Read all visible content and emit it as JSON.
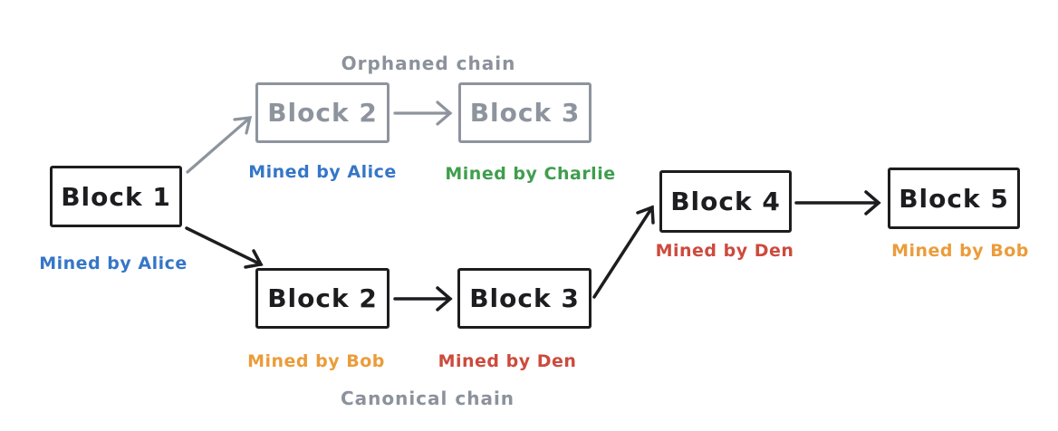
{
  "diagram": {
    "orphaned_chain_label": "Orphaned chain",
    "canonical_chain_label": "Canonical chain"
  },
  "blocks": [
    {
      "label": "Block 1",
      "miner": "Mined by Alice",
      "miner_color": "#3576c8",
      "chain": "shared",
      "stroke": "#1d1d20"
    },
    {
      "label": "Block 2",
      "miner": "Mined by Alice",
      "miner_color": "#3576c8",
      "chain": "orphaned",
      "stroke": "#8d949e"
    },
    {
      "label": "Block 3",
      "miner": "Mined by Charlie",
      "miner_color": "#3f9e4d",
      "chain": "orphaned",
      "stroke": "#8d949e"
    },
    {
      "label": "Block 2",
      "miner": "Mined by Bob",
      "miner_color": "#eb9c3a",
      "chain": "canonical",
      "stroke": "#1d1d20"
    },
    {
      "label": "Block 3",
      "miner": "Mined by Den",
      "miner_color": "#cd4a3d",
      "chain": "canonical",
      "stroke": "#1d1d20"
    },
    {
      "label": "Block 4",
      "miner": "Mined by Den",
      "miner_color": "#cd4a3d",
      "chain": "canonical",
      "stroke": "#1d1d20"
    },
    {
      "label": "Block 5",
      "miner": "Mined by Bob",
      "miner_color": "#eb9c3a",
      "chain": "canonical",
      "stroke": "#1d1d20"
    }
  ],
  "edges": [
    {
      "from": "Block 1 (shared)",
      "to": "Block 2 (orphaned)",
      "color": "#8d949e"
    },
    {
      "from": "Block 2 (orphaned)",
      "to": "Block 3 (orphaned)",
      "color": "#8d949e"
    },
    {
      "from": "Block 1 (shared)",
      "to": "Block 2 (canonical)",
      "color": "#1d1d20"
    },
    {
      "from": "Block 2 (canonical)",
      "to": "Block 3 (canonical)",
      "color": "#1d1d20"
    },
    {
      "from": "Block 3 (canonical)",
      "to": "Block 4 (canonical)",
      "color": "#1d1d20"
    },
    {
      "from": "Block 4 (canonical)",
      "to": "Block 5 (canonical)",
      "color": "#1d1d20"
    }
  ],
  "colors": {
    "ink": "#1d1d20",
    "muted_gray": "#8d949e",
    "title_gray": "#8b929b",
    "blue": "#3576c8",
    "green": "#3f9e4d",
    "orange": "#eb9c3a",
    "red": "#cd4a3d",
    "background": "#ffffff"
  }
}
